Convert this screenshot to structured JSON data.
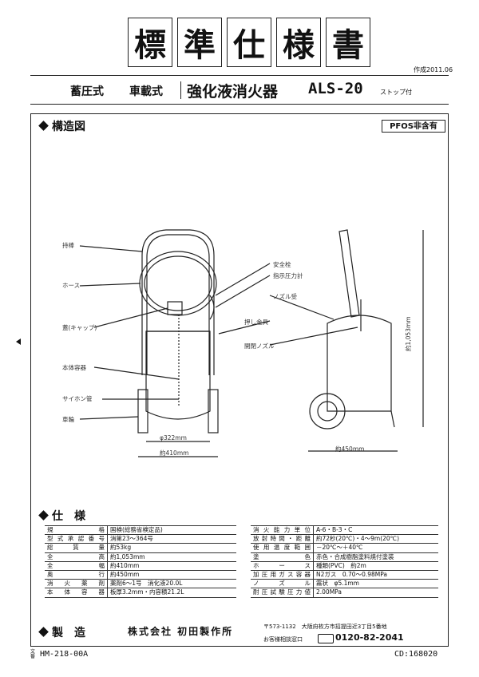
{
  "header": {
    "title_chars": [
      "標",
      "準",
      "仕",
      "様",
      "書"
    ],
    "date": "作成2011.06"
  },
  "product": {
    "type1": "蓄圧式",
    "type2": "車載式",
    "name": "強化液消火器",
    "model": "ALS-20",
    "suffix": "ストップ付"
  },
  "structure": {
    "section_title": "構造図",
    "badge": "PFOS非含有",
    "labels": {
      "handle": "持棒",
      "hose": "ホース",
      "cap": "蓋(キャップ)",
      "body": "本体容器",
      "siphon": "サイホン管",
      "wheel": "車輪",
      "safety_pin": "安全栓",
      "gauge": "指示圧力計",
      "nozzle_holder": "ノズル受",
      "lever": "押し金具",
      "open_nozzle": "開閉ノズル"
    },
    "dims": {
      "diameter": "φ322mm",
      "width": "約410mm",
      "depth": "約450mm",
      "height": "約1,053mm"
    }
  },
  "spec": {
    "section_title": "仕　様",
    "left": [
      {
        "key": "規格",
        "value": "国検(総務省検定品)"
      },
      {
        "key": "型式承認番号",
        "value": "消第23～364号"
      },
      {
        "key": "総質量",
        "value": "約53kg"
      },
      {
        "key": "全高",
        "value": "約1,053mm"
      },
      {
        "key": "全幅",
        "value": "約410mm"
      },
      {
        "key": "奥行",
        "value": "約450mm"
      },
      {
        "key": "消火薬剤",
        "value": "薬剤6～1号　消化液20.0L"
      },
      {
        "key": "本体容器",
        "value": "板厚3.2mm・内容積21.2L"
      }
    ],
    "right": [
      {
        "key": "消火能力単位",
        "value": "A-6・B-3・C"
      },
      {
        "key": "放射時間・距離",
        "value": "約72秒(20℃)・4～9m(20℃)"
      },
      {
        "key": "使用温度範囲",
        "value": "－20℃～＋40℃"
      },
      {
        "key": "塗色",
        "value": "赤色・合成樹脂塗料焼付塗装"
      },
      {
        "key": "ホース",
        "value": "種類(PVC)　約2m"
      },
      {
        "key": "加圧用ガス容器",
        "value": "N2ガス　0.70～0.98MPa"
      },
      {
        "key": "ノズル",
        "value": "霧状　φ5.1mm"
      },
      {
        "key": "耐圧試験圧力値",
        "value": "2.00MPa"
      }
    ]
  },
  "manufacture": {
    "section_title": "製　造",
    "company": "株式会社 初田製作所",
    "address": "〒573-1132　大阪府枚方市招提田近3丁目5番地",
    "tel_label": "お客様相談窓口",
    "tel": "0120-82-2041"
  },
  "footer": {
    "prefix": "文番",
    "doc_no": "HM-218-00A",
    "code": "CD:168020"
  }
}
